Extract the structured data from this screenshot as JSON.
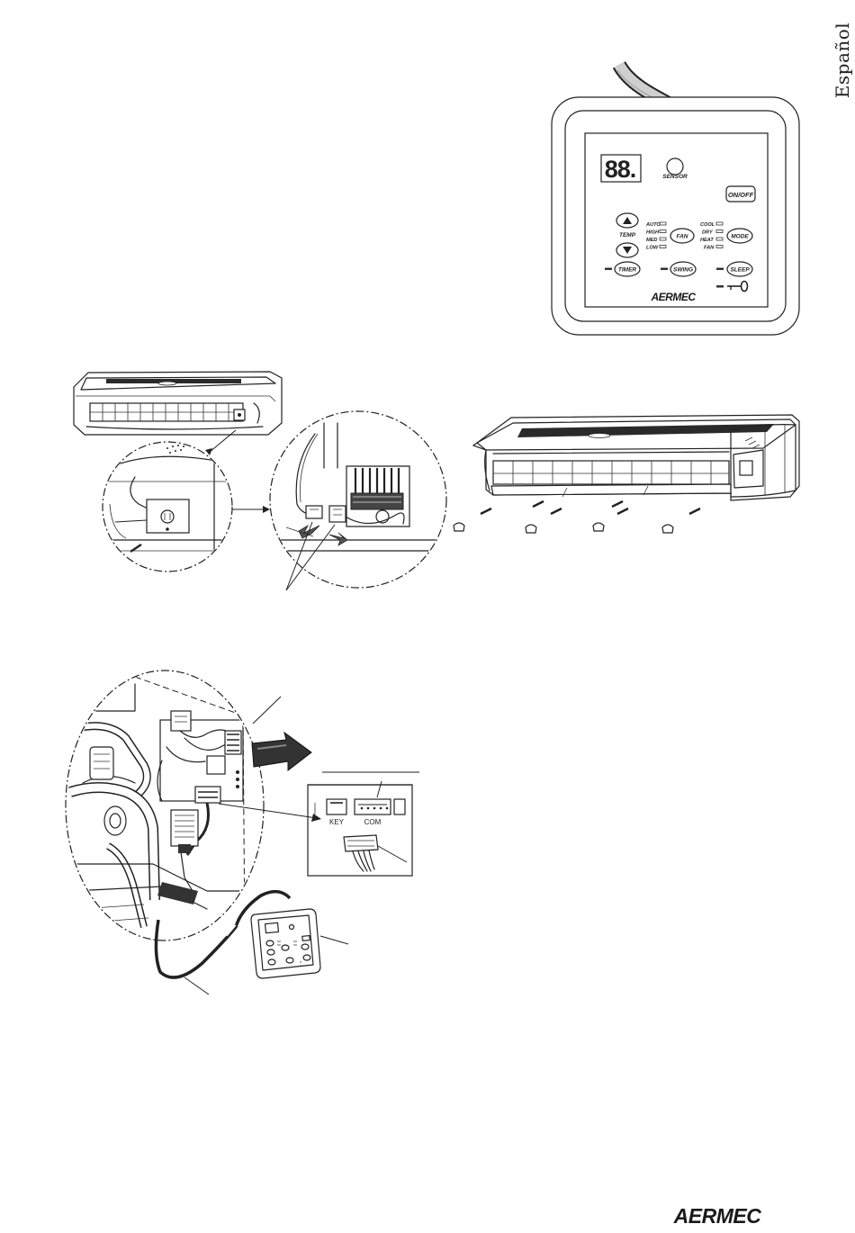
{
  "page": {
    "language_tab": "Español"
  },
  "remote": {
    "display": "88.",
    "sensor": "SENSOR",
    "on_off": "ON/OFF",
    "temp": "TEMP",
    "fan_speeds": [
      "AUTO",
      "HIGH",
      "MED",
      "LOW"
    ],
    "fan_button": "FAN",
    "modes": [
      "COOL",
      "DRY",
      "HEAT",
      "FAN"
    ],
    "mode_button": "MODE",
    "timer": "TIMER",
    "swing": "SWING",
    "sleep": "SLEEP",
    "brand": "AERMEC"
  },
  "connector": {
    "key": "KEY",
    "com": "COM"
  },
  "footer": {
    "brand": "AERMEC"
  }
}
